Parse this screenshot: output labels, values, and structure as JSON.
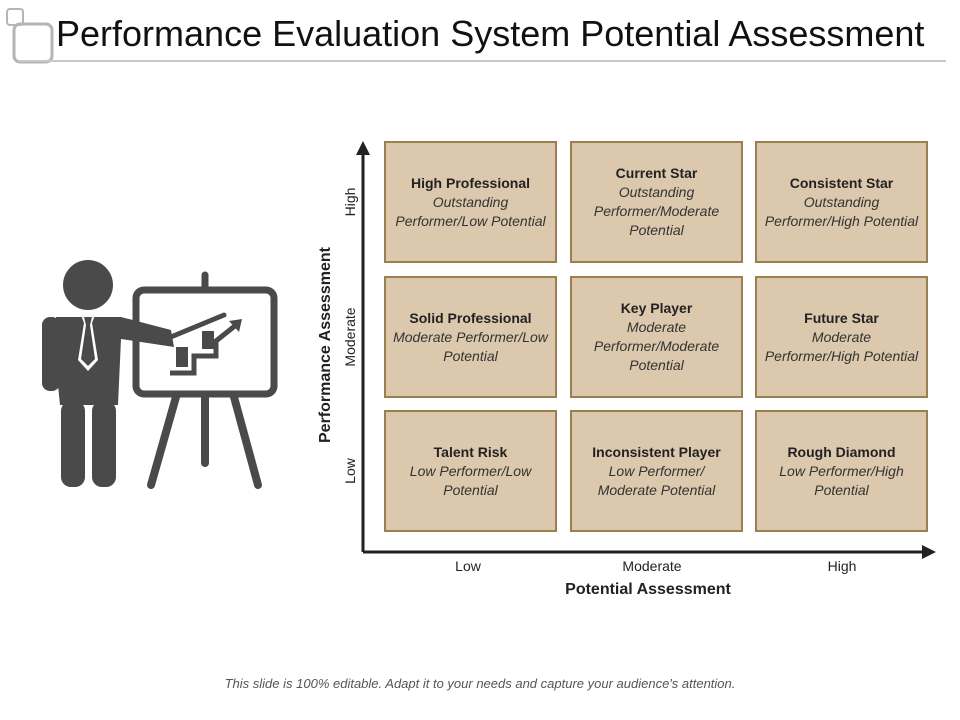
{
  "title": "Performance Evaluation System Potential Assessment",
  "matrix": {
    "cells": [
      {
        "title": "High Professional",
        "desc": "Outstanding Performer/Low Potential"
      },
      {
        "title": "Current Star",
        "desc": "Outstanding Performer/Moderate Potential"
      },
      {
        "title": "Consistent Star",
        "desc": "Outstanding Performer/High Potential"
      },
      {
        "title": "Solid Professional",
        "desc": "Moderate Performer/Low Potential"
      },
      {
        "title": "Key Player",
        "desc": "Moderate Performer/Moderate Potential"
      },
      {
        "title": "Future Star",
        "desc": "Moderate Performer/High Potential"
      },
      {
        "title": "Talent Risk",
        "desc": "Low Performer/Low Potential"
      },
      {
        "title": "Inconsistent Player",
        "desc": "Low Performer/ Moderate Potential"
      },
      {
        "title": "Rough Diamond",
        "desc": "Low Performer/High Potential"
      }
    ],
    "x_axis": {
      "label": "Potential Assessment",
      "ticks": [
        "Low",
        "Moderate",
        "High"
      ]
    },
    "y_axis": {
      "label": "Performance Assessment",
      "ticks": [
        "High",
        "Moderate",
        "Low"
      ]
    }
  },
  "icons": {
    "presenter": "presenter-with-easel-icon",
    "corner": "rounded-squares-icon"
  },
  "colors": {
    "cell_fill": "#dcc8ad",
    "cell_border": "#9c7e4f",
    "icon_gray": "#4a4a4a"
  },
  "footer": "This slide is 100% editable. Adapt it to your needs and capture your audience's attention."
}
